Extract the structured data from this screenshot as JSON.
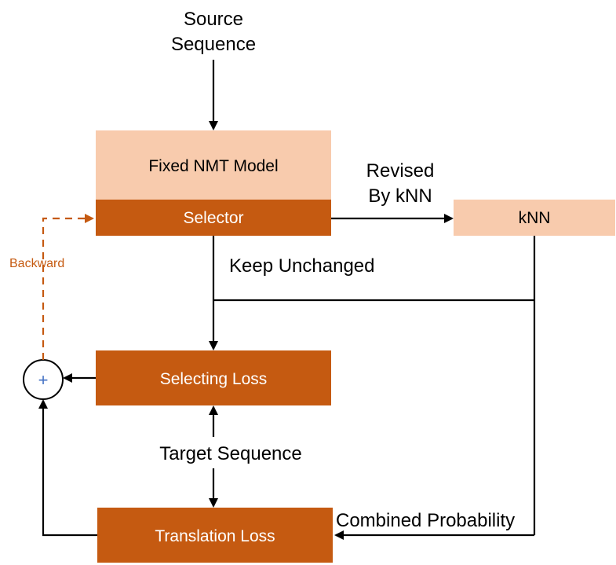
{
  "labels": {
    "source_line1": "Source",
    "source_line2": "Sequence",
    "revised_line1": "Revised",
    "revised_line2": "By kNN",
    "keep_unchanged": "Keep Unchanged",
    "backward": "Backward",
    "target_sequence": "Target Sequence",
    "combined_probability": "Combined Probability"
  },
  "boxes": {
    "fixed_nmt": "Fixed NMT Model",
    "selector": "Selector",
    "knn": "kNN",
    "selecting_loss": "Selecting Loss",
    "translation_loss": "Translation Loss"
  },
  "sum_node": {
    "symbol": "+"
  },
  "colors": {
    "light_box": "#F8CBAD",
    "dark_box": "#C55A11",
    "dark_box_text": "#FFFFFF",
    "light_box_text": "#000000",
    "backward_arrow": "#C55A11",
    "plus_symbol": "#4472C4",
    "line": "#000000"
  }
}
